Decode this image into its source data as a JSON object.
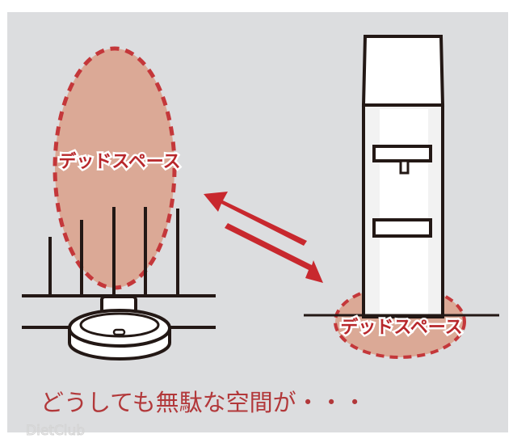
{
  "illustration": {
    "left_label": "デッドスペース",
    "right_label": "デッドスペース",
    "caption": "どうしても無駄な空間が・・・",
    "watermark": "DietClub"
  },
  "colors": {
    "background": "#dcdddf",
    "dead_space_fill": "#dba996",
    "accent_red": "#c8282e",
    "line": "#231815"
  }
}
